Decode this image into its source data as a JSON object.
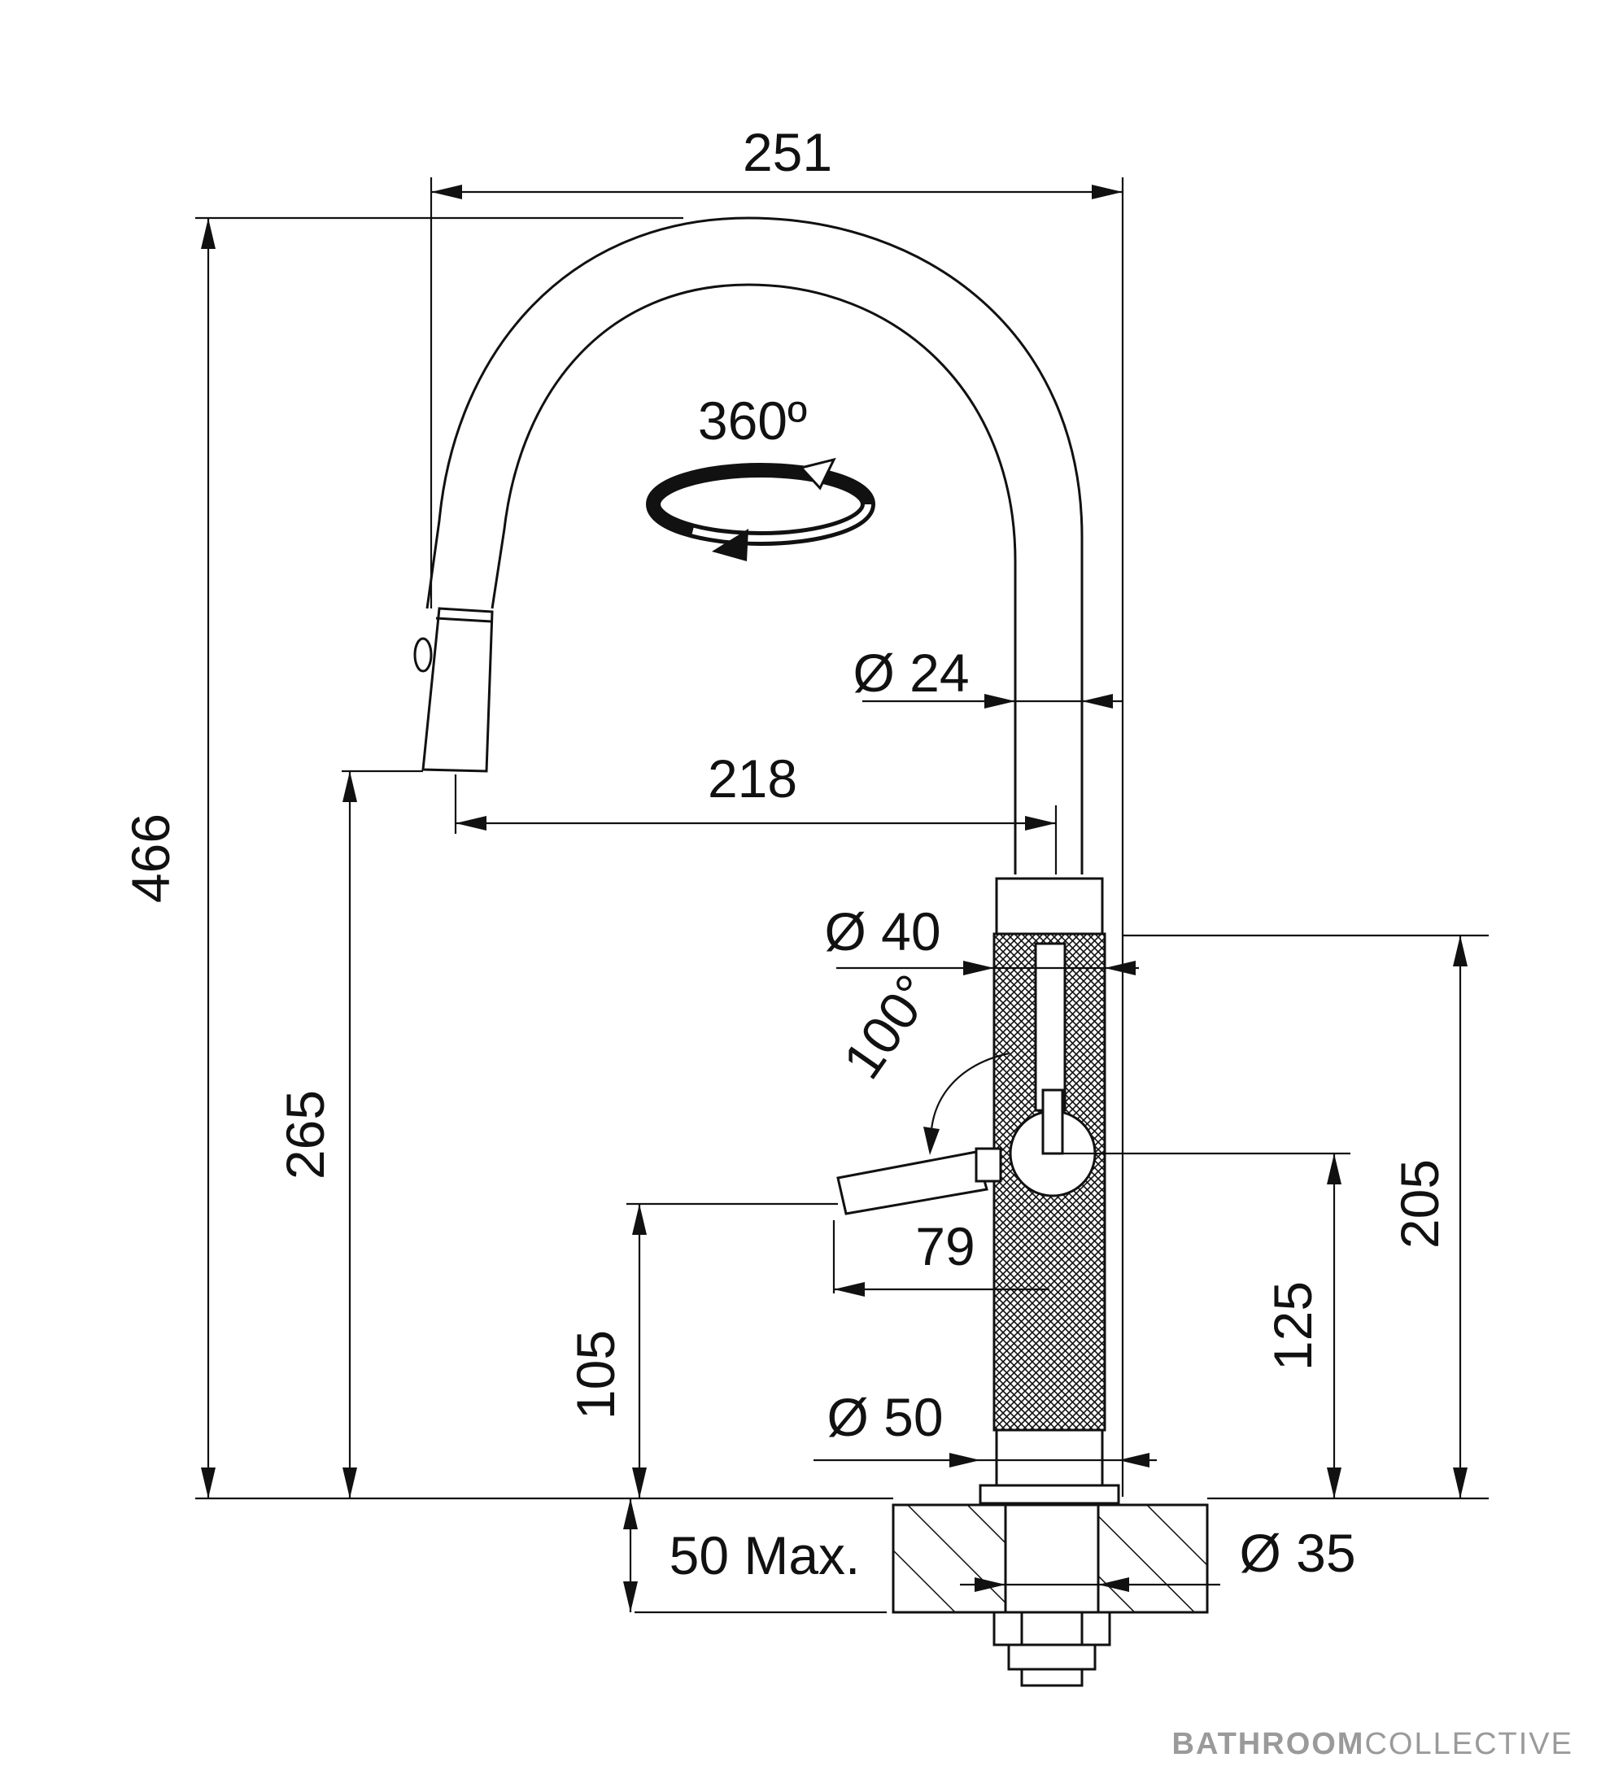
{
  "dimensions": {
    "overall_width": "251",
    "overall_height": "466",
    "spout_reach": "218",
    "spout_clearance": "265",
    "spout_diameter": "Ø 24",
    "rotation": "360º",
    "body_diameter": "Ø 40",
    "lever_angle": "100°",
    "lever_length": "79",
    "lever_height": "105",
    "lever_pivot_height": "125",
    "body_height": "205",
    "base_diameter": "Ø 50",
    "max_deck_thickness": "50 Max.",
    "hole_diameter": "Ø 35"
  },
  "watermark": {
    "brand_bold": "BATHROOM",
    "brand_light": "COLLECTIVE"
  },
  "colors": {
    "line": "#111111",
    "watermark": "#9a9a9a"
  }
}
